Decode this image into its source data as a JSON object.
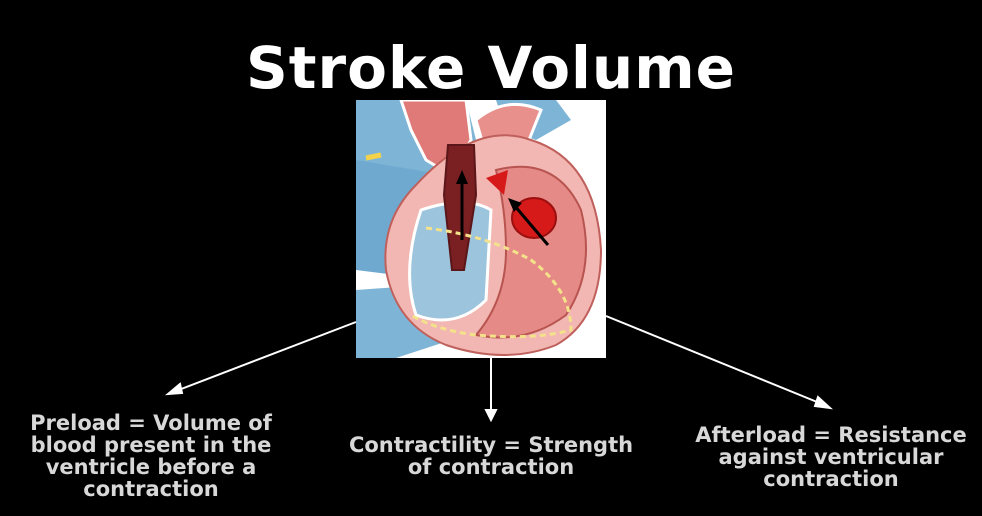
{
  "title": "Stroke Volume",
  "labels": {
    "preload": [
      "Preload = Volume of",
      "blood present in the",
      "ventricle before a",
      "contraction"
    ],
    "contractility": [
      "Contractility = Strength",
      "of contraction"
    ],
    "afterload": [
      "Afterload = Resistance",
      "against ventricular",
      "contraction"
    ]
  },
  "colors": {
    "background": "#000000",
    "title": "#ffffff",
    "label": "#d8d8d8",
    "arrow": "#ffffff"
  }
}
